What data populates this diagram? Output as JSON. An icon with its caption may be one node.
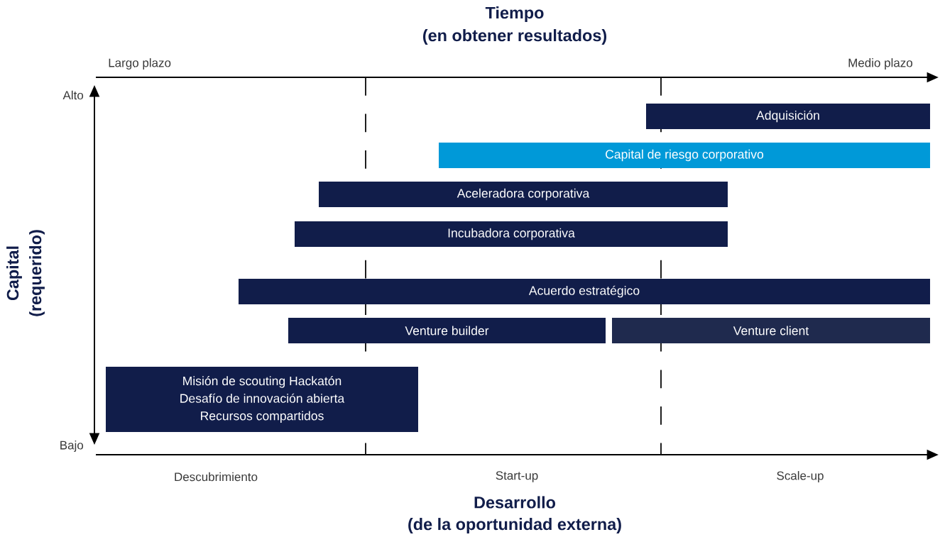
{
  "diagram": {
    "nodes": [
      {
        "text": [
          "Adquisición"
        ]
      },
      {
        "text": [
          "Capital de riesgo corporativo"
        ]
      },
      {
        "text": [
          "Aceleradora corporativa"
        ]
      },
      {
        "text": [
          "Incubadora corporativa"
        ]
      },
      {
        "text": [
          "Acuerdo estratégico"
        ]
      },
      {
        "text": [
          "Venture builder"
        ]
      },
      {
        "text": [
          "Venture client"
        ]
      },
      {
        "text": [
          "Misión de scouting Hackatón",
          "Desafío de innovación abierta",
          "Recursos compartidos"
        ]
      }
    ],
    "labels": [
      "Tiempo",
      "(en obtener resultados)",
      "Largo plazo",
      "Medio plazo",
      "Alto",
      "Bajo",
      "Capital",
      "(requerido)",
      "Descubrimiento",
      "Start-up",
      "Scale-up",
      "Desarrollo",
      "(de la oportunidad externa)"
    ]
  }
}
